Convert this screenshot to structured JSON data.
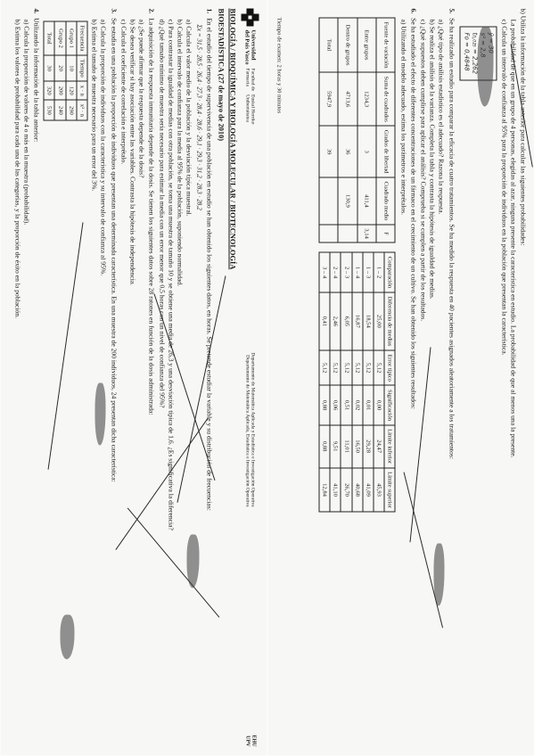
{
  "header": {
    "university_line1": "Universidad",
    "university_line2": "del País Vasco",
    "university_basque": "Euskal Herriko\nUnibertsitatea",
    "faculty": "Facultad de\nFarmacia",
    "department": "Departamento de Matemática Aplicada y Estadística e Investigación Operativa\nDepartamento de Matemática Aplicada, Estadística e Investigación Operativa",
    "ehu_mark": "EHU\nUPV"
  },
  "exam_title": "BIOLOGÍA / BIOQUÍMICA Y BIOLOGÍA MOLECULAR / BIOTECNOLOGÍA",
  "exam_subtitle": "BIOESTADÍSTICA (27 de mayo de 2010)",
  "q1": {
    "num": "1.",
    "text": "En el estudio del tiempo de supervivencia de una población en estudio se han obtenido los siguientes datos, en horas. Se pretende estudiar la variable y su distribución de frecuencias:",
    "data_line": "Σx = 31,5 · 28,5 · 26,4 · 27,3 · 28,4 · 28,6 · 29,1 · 29,3 · 31,2 · 28,3 · 28,2",
    "a": "a) Calcula el valor medio de la población y la desviación típica muestral.",
    "b": "b) Calcula el intervalo de confianza para la media al 95% de la población, suponiendo normalidad.",
    "c": "c) Para contrastar la igualdad de medias con otra población, se toma una muestra de tamaño 10 y se obtiene una media de 26,3 y una desviación típica de 1,6. ¿Es significativa la diferencia?",
    "d": "d) ¿Qué tamaño mínimo de muestra sería necesario para estimar la media con un error menor que 0,5 horas con un nivel de confianza del 95%?"
  },
  "q2": {
    "num": "2.",
    "text": "La adquisición de la respuesta inmunitaria depende de la dosis. Se tienen los siguientes datos sobre 28 ratones en función de la dosis administrada:",
    "a": "a) ¿Se puede afirmar que la respuesta depende de la dosis?",
    "b": "b) Se desea verificar si hay asociación entre las variables. Contrasta la hipótesis de independencia.",
    "c": "c) Calcula el coeficiente de correlación e interprétalo."
  },
  "q3": {
    "num": "3.",
    "text": "Se estudia en una población la proporción de individuos que presentan una determinada característica. En una muestra de 200 individuos, 24 presentan dicha característica:",
    "a": "a) Calcula la proporción de individuos con la característica y su intervalo de confianza al 95%.",
    "b": "b) Estima el tamaño de muestra necesario para un error del 3%."
  },
  "table1": {
    "headers": [
      "Frecuencia",
      "Tiempo",
      "x · n",
      "x² · n"
    ],
    "rows": [
      [
        "Grupo 1",
        "10",
        "120",
        "290"
      ],
      [
        "Grupo 2",
        "20",
        "200",
        "240"
      ],
      [
        "Total",
        "30",
        "320",
        "530"
      ]
    ]
  },
  "q4": {
    "num": "4.",
    "text": "Utilizando la información de la tabla anterior:",
    "a": "a) Calcula la proporción de valores de 4 o más en la muestra (probabilidad).",
    "b": "b) Estima los valores de probabilidad para cada una de las categorías, y la proporción de éxito en la población."
  },
  "right_page": {
    "q_b": "b) Utiliza la información de la tabla anterior para calcular las siguientes probabilidades:",
    "q_b_text": "La probabilidad de que en un grupo de 4 personas, elegidas al azar, ninguna presente la característica en estudio. La probabilidad de que al menos una la presente.",
    "q_c": "c) Calcula un intervalo de confianza al 95% para la proporción de individuos en la población que presentan la característica.",
    "q5_num": "5.",
    "q5": "Se ha realizado un estudio para comparar la eficacia de cuatro tratamientos. Se ha medido la respuesta en 40 pacientes asignados aleatoriamente a los tratamientos:",
    "q5_a": "a) ¿Qué tipo de análisis estadístico es el adecuado? Razona la respuesta.",
    "q5_b": "b) Se realiza el análisis de la varianza. Completa la tabla y contrasta la hipótesis de igualdad de medias.",
    "q5_c": "c) ¿Qué supuestos deben cumplirse para aplicar el análisis? Comprueba si se cumplen a partir de los resultados.",
    "q6_num": "6.",
    "q6": "Se ha estudiado el efecto de diferentes concentraciones de un fármaco en el crecimiento de un cultivo. Se han obtenido los siguientes resultados:",
    "q6_a": "a) Utilizando el modelo adecuado, estima los parámetros e interprétalos.",
    "handwritten_block": "ȳ = 30\ns² = 2,8\nt₀,₀₂₅ = 2,262\nFo = 0,4848",
    "anova": {
      "headers": [
        "Fuente de variación",
        "Suma de cuadrados",
        "Grados de libertad",
        "Cuadrado medio",
        "F"
      ],
      "rows": [
        [
          "Entre grupos",
          "1234,3",
          "3",
          "411,4",
          "3,14"
        ],
        [
          "Dentro de grupos",
          "4713,6",
          "36",
          "130,9",
          ""
        ],
        [
          "Total",
          "5947,9",
          "39",
          "",
          ""
        ]
      ]
    },
    "comparisons": {
      "headers": [
        "Comparación",
        "Diferencia de medias",
        "Error típico",
        "Significación",
        "Límite inferior",
        "Límite superior"
      ],
      "rows": [
        [
          "1 – 2",
          "25,00",
          "5,12",
          "0,00",
          "24,47",
          "45,93"
        ],
        [
          "1 – 3",
          "18,54",
          "5,12",
          "0,01",
          "29,28",
          "41,09"
        ],
        [
          "1 – 4",
          "16,87",
          "5,12",
          "0,02",
          "16,50",
          "40,68"
        ],
        [
          "2 – 3",
          "6,05",
          "5,12",
          "0,51",
          "11,01",
          "26,70"
        ],
        [
          "2 – 4",
          "2,46",
          "5,12",
          "0,06",
          "9,51",
          "41,10"
        ],
        [
          "3 – 4",
          "0,41",
          "5,12",
          "0,88",
          "0,88",
          "12,84"
        ]
      ]
    },
    "footer": "Tiempo de examen: 2 horas y 30 minutos"
  }
}
